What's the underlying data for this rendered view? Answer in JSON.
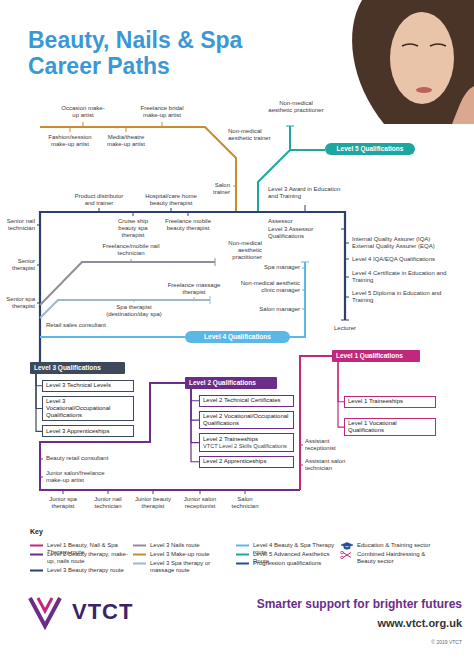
{
  "diagram": {
    "title": "Beauty, Nails & Spa Career Paths",
    "nodes": [
      {
        "text": [
          "Level 5 Qualifications"
        ]
      },
      {
        "text": [
          "Level 4 Qualifications"
        ]
      },
      {
        "text": [
          "Level 3 Qualifications"
        ]
      },
      {
        "text": [
          "Level 3 Technical Levels"
        ]
      },
      {
        "text": [
          "Level 3 Vocational/Occupational Qualifications"
        ]
      },
      {
        "text": [
          "Level 3 Apprenticeships"
        ]
      },
      {
        "text": [
          "Level 2 Qualifications"
        ]
      },
      {
        "text": [
          "Level 2 Technical Certificates"
        ]
      },
      {
        "text": [
          "Level 2 Vocational/Occupational Qualifications"
        ]
      },
      {
        "text": [
          "Level 2 Traineeships",
          "VTCT Level 2 Skills Qualifications"
        ]
      },
      {
        "text": [
          "Level 2 Apprenticeships"
        ]
      },
      {
        "text": [
          "Level 1 Qualifications"
        ]
      },
      {
        "text": [
          "Level 1 Traineeships"
        ]
      },
      {
        "text": [
          "Level 1 Vocational Qualifications"
        ]
      }
    ],
    "edges": [
      {
        "from": 2,
        "to": 3,
        "arrow": "none"
      },
      {
        "from": 2,
        "to": 4,
        "arrow": "none"
      },
      {
        "from": 2,
        "to": 5,
        "arrow": "none"
      },
      {
        "from": 6,
        "to": 7,
        "arrow": "none"
      },
      {
        "from": 6,
        "to": 8,
        "arrow": "none"
      },
      {
        "from": 6,
        "to": 9,
        "arrow": "none"
      },
      {
        "from": 6,
        "to": 10,
        "arrow": "none"
      },
      {
        "from": 11,
        "to": 12,
        "arrow": "none"
      },
      {
        "from": 11,
        "to": 13,
        "arrow": "none"
      }
    ],
    "labels": [
      "Occasion make-up artist",
      "Freelance bridal make-up artist",
      "Fashion/session make-up artist",
      "Media/theatre make-up artist",
      "Non-medical aesthetic practitioner",
      "Non-medical aesthetic trainer",
      "Salon trainer",
      "Level 3 Award in Education and Training",
      "Assessor",
      "Level 3 Assessor Qualifications",
      "Internal Quality Assurer (IQA) External Quality Assurer (EQA)",
      "Level 4 IQA/EQA Qualifications",
      "Level 4 Certificate in Education and Training",
      "Level 5 Diploma in Education and Training",
      "Lecturer",
      "Product distributor and trainer",
      "Hospital/care home beauty therapist",
      "Senior nail technician",
      "Cruise ship beauty spa therapist",
      "Freelance mobile beauty therapist",
      "Senior therapist",
      "Freelance/mobile nail technician",
      "Non-medical aesthetic practitioner",
      "Spa manager",
      "Senior spa therapist",
      "Freelance massage therapist",
      "Non-medical aesthetic clinic manager",
      "Salon manager",
      "Spa therapist (destination/day spa)",
      "Retail sales consultant",
      "Beauty retail consultant",
      "Junior salon/freelance make-up artist",
      "Assistant receptionist",
      "Assistant salon technician",
      "Junior spa therapist",
      "Junior nail technician",
      "Junior beauty therapist",
      "Junior salon receptionist",
      "Salon technician",
      "Key",
      "VTCT",
      "Smarter support for brighter futures",
      "www.vtct.org.uk",
      "© 2019 VTCT"
    ],
    "legend": [
      {
        "text": "Level 1 Beauty, Nail & Spa Therapy route"
      },
      {
        "text": "Level 2 Beauty therapy, make-up, nails route"
      },
      {
        "text": "Level 3 Beauty therapy route"
      },
      {
        "text": "Level 3 Nails route"
      },
      {
        "text": "Level 3 Make-up route"
      },
      {
        "text": "Level 3 Spa therapy or massage route"
      },
      {
        "text": "Level 4 Beauty & Spa Therapy route"
      },
      {
        "text": "Level 5 Advanced Aesthetics Route"
      },
      {
        "text": "Progression qualifications"
      },
      {
        "text": "Education & Training sector"
      },
      {
        "text": "Combined Hairdressing & Beauty sector"
      }
    ]
  }
}
